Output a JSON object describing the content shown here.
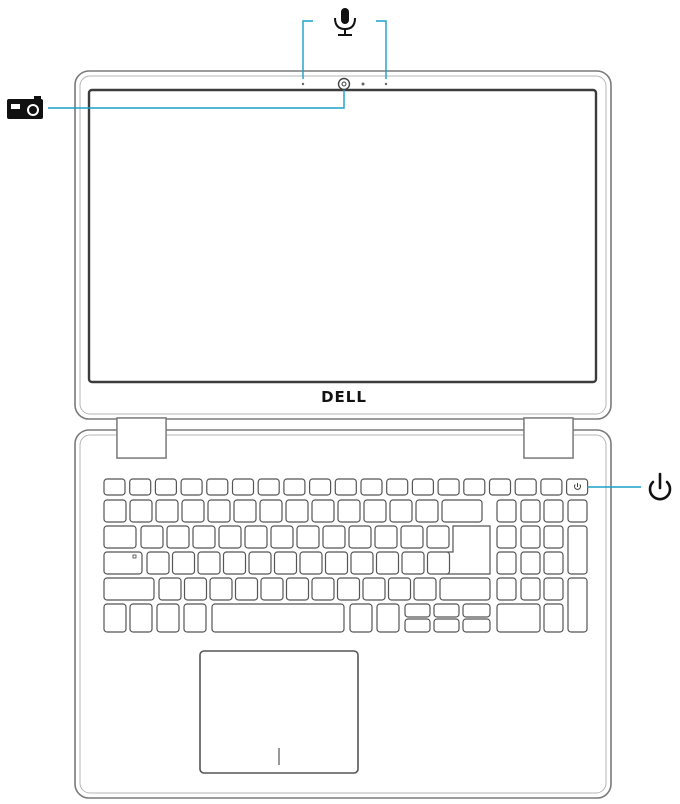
{
  "brand": {
    "logo_text": "DELL"
  },
  "callouts": [
    {
      "id": "microphones",
      "icon": "microphone-icon"
    },
    {
      "id": "camera",
      "icon": "camera-icon"
    },
    {
      "id": "power-button",
      "icon": "power-icon"
    }
  ],
  "colors": {
    "outline": "#7a7a7a",
    "screen_border": "#3c3c3c",
    "callout_line": "#1aa0c8",
    "icon": "#111111"
  }
}
